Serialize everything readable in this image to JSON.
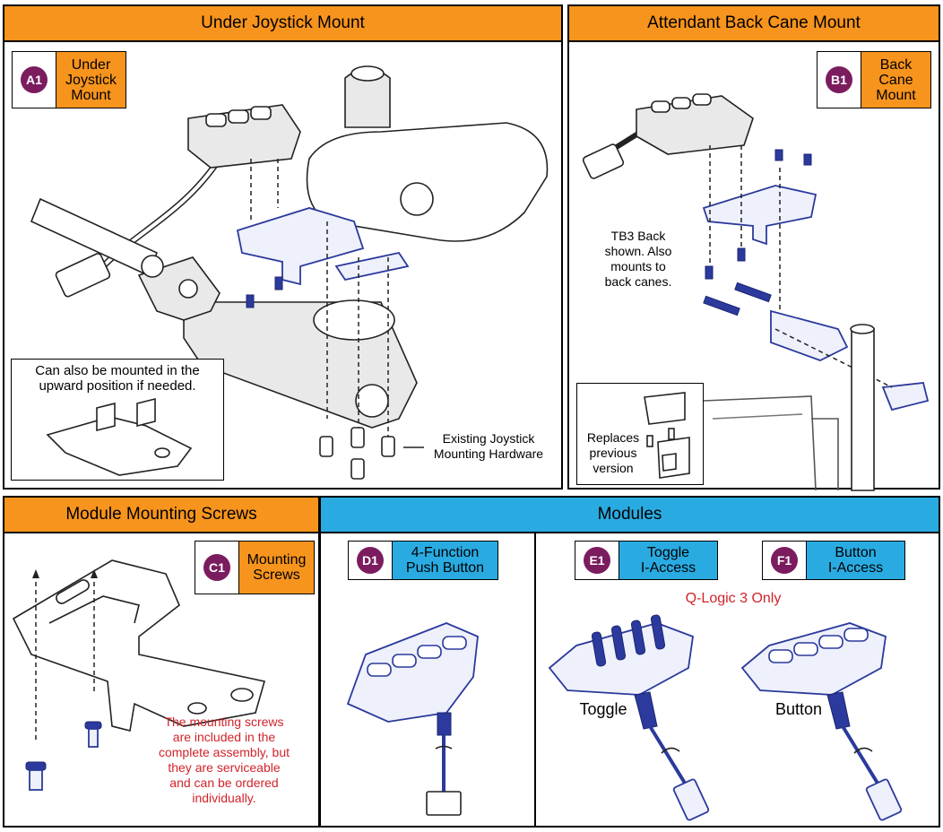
{
  "panels": {
    "under_joystick": {
      "header": "Under Joystick Mount",
      "label_id": "A1",
      "label_text": "Under\nJoystick\nMount",
      "note_box": "Can also be mounted in the\nupward position if needed.",
      "hardware_note": "Existing Joystick\nMounting Hardware"
    },
    "back_cane": {
      "header": "Attendant Back Cane Mount",
      "label_id": "B1",
      "label_text": "Back\nCane\nMount",
      "tb3_note": "TB3 Back\nshown. Also\nmounts to\nback canes.",
      "replaces_note": "Replaces\nprevious\nversion"
    },
    "screws": {
      "header": "Module Mounting Screws",
      "label_id": "C1",
      "label_text": "Mounting\nScrews",
      "red_note": "The mounting screws\nare included in the\ncomplete assembly, but\nthey are serviceable\nand can be ordered\nindividually."
    },
    "modules": {
      "header": "Modules",
      "d1": {
        "id": "D1",
        "text": "4-Function\nPush Button"
      },
      "e1": {
        "id": "E1",
        "text": "Toggle\nI-Access",
        "caption": "Toggle"
      },
      "f1": {
        "id": "F1",
        "text": "Button\nI-Access",
        "caption": "Button"
      },
      "qlogic_note": "Q-Logic 3 Only"
    }
  },
  "colors": {
    "orange_header": "#f7941d",
    "blue_header": "#29abe2",
    "badge": "#7b1c5f",
    "red_text": "#d2232a",
    "part_blue": "#2b3a9c"
  }
}
